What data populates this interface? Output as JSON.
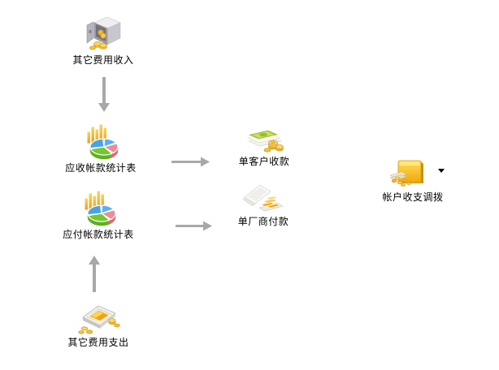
{
  "diagram": {
    "background": "#ffffff",
    "nodes": [
      {
        "label": "其它费用收入",
        "icon": "safe-coins-icon"
      },
      {
        "label": "应收帐款统计表",
        "icon": "bar-pie-chart-icon"
      },
      {
        "label": "应付帐款统计表",
        "icon": "bar-pie-chart-icon"
      },
      {
        "label": "其它费用支出",
        "icon": "gold-tray-icon"
      },
      {
        "label": "单客户收款",
        "icon": "banknotes-coins-icon"
      },
      {
        "label": "单厂商付款",
        "icon": "envelope-goldbars-icon"
      },
      {
        "label": "帐户收支调拨",
        "icon": "folder-money-icon",
        "dropdown": true
      }
    ],
    "connections": [
      {
        "from": "其它费用收入",
        "to": "应收帐款统计表",
        "direction": "down"
      },
      {
        "from": "应收帐款统计表",
        "to": "单客户收款",
        "direction": "right"
      },
      {
        "from": "应付帐款统计表",
        "to": "单厂商付款",
        "direction": "right"
      },
      {
        "from": "其它费用支出",
        "to": "应付帐款统计表",
        "direction": "up"
      }
    ],
    "colors": {
      "arrow": "#a8a8a8",
      "label_text": "#000000",
      "gold": "#f2b32c",
      "folder_yellow": "#fdc513",
      "pie_blue": "#4aa2e6",
      "pie_blue_light": "#5db0ef",
      "pie_pink": "#ee8b99",
      "pie_green": "#74c82e"
    }
  }
}
